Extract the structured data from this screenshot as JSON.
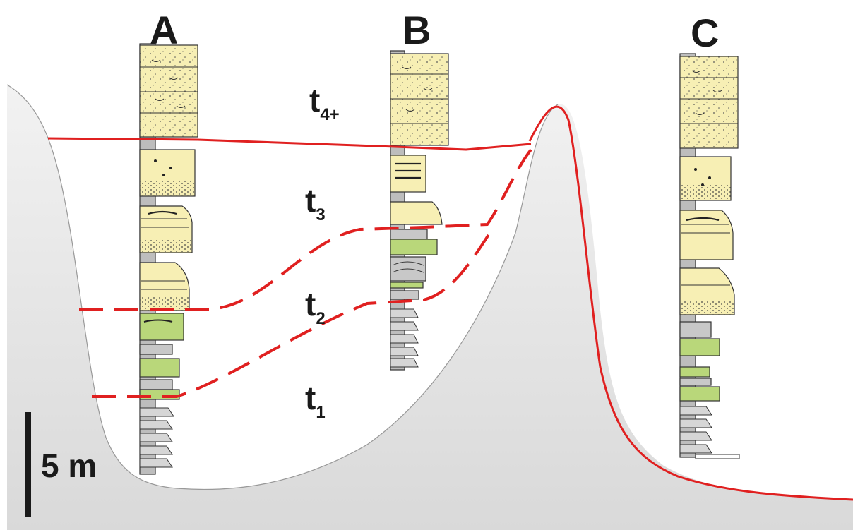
{
  "columns": [
    {
      "id": "A",
      "label": "A"
    },
    {
      "id": "B",
      "label": "B"
    },
    {
      "id": "C",
      "label": "C"
    }
  ],
  "time_units": [
    {
      "id": "t4",
      "base": "t",
      "sub": "4+"
    },
    {
      "id": "t3",
      "base": "t",
      "sub": "3"
    },
    {
      "id": "t2",
      "base": "t",
      "sub": "2"
    },
    {
      "id": "t1",
      "base": "t",
      "sub": "1"
    }
  ],
  "scale_bar": {
    "label": "5 m"
  },
  "colors": {
    "surface_line": "#e02020",
    "background_fill": "#e6e6e6",
    "sandstone": "#f7efb4",
    "green_facies": "#b9d77a",
    "grey_facies": "#c8c8c8",
    "column_core": "#bdbdbd"
  }
}
